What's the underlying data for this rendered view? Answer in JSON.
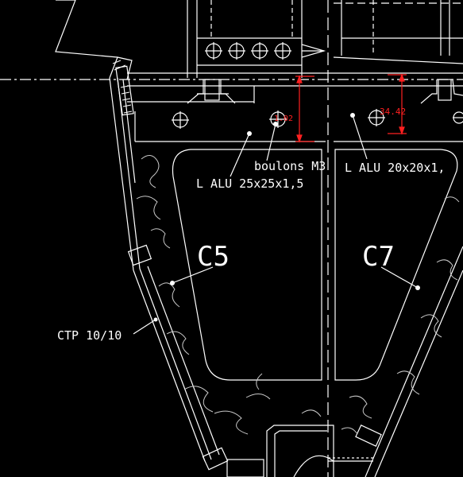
{
  "drawing": {
    "background": "#000000",
    "line_color": "#ffffff",
    "dimension_color": "#ff2020",
    "labels": {
      "boulons": "boulons M3",
      "alu_left": "L ALU 25x25x1,5",
      "alu_right": "L ALU 20x20x1,",
      "c5": "C5",
      "c7": "C7",
      "ctp": "CTP 10/10"
    },
    "dimensions": {
      "left": "1.02",
      "right": "34.42"
    }
  }
}
